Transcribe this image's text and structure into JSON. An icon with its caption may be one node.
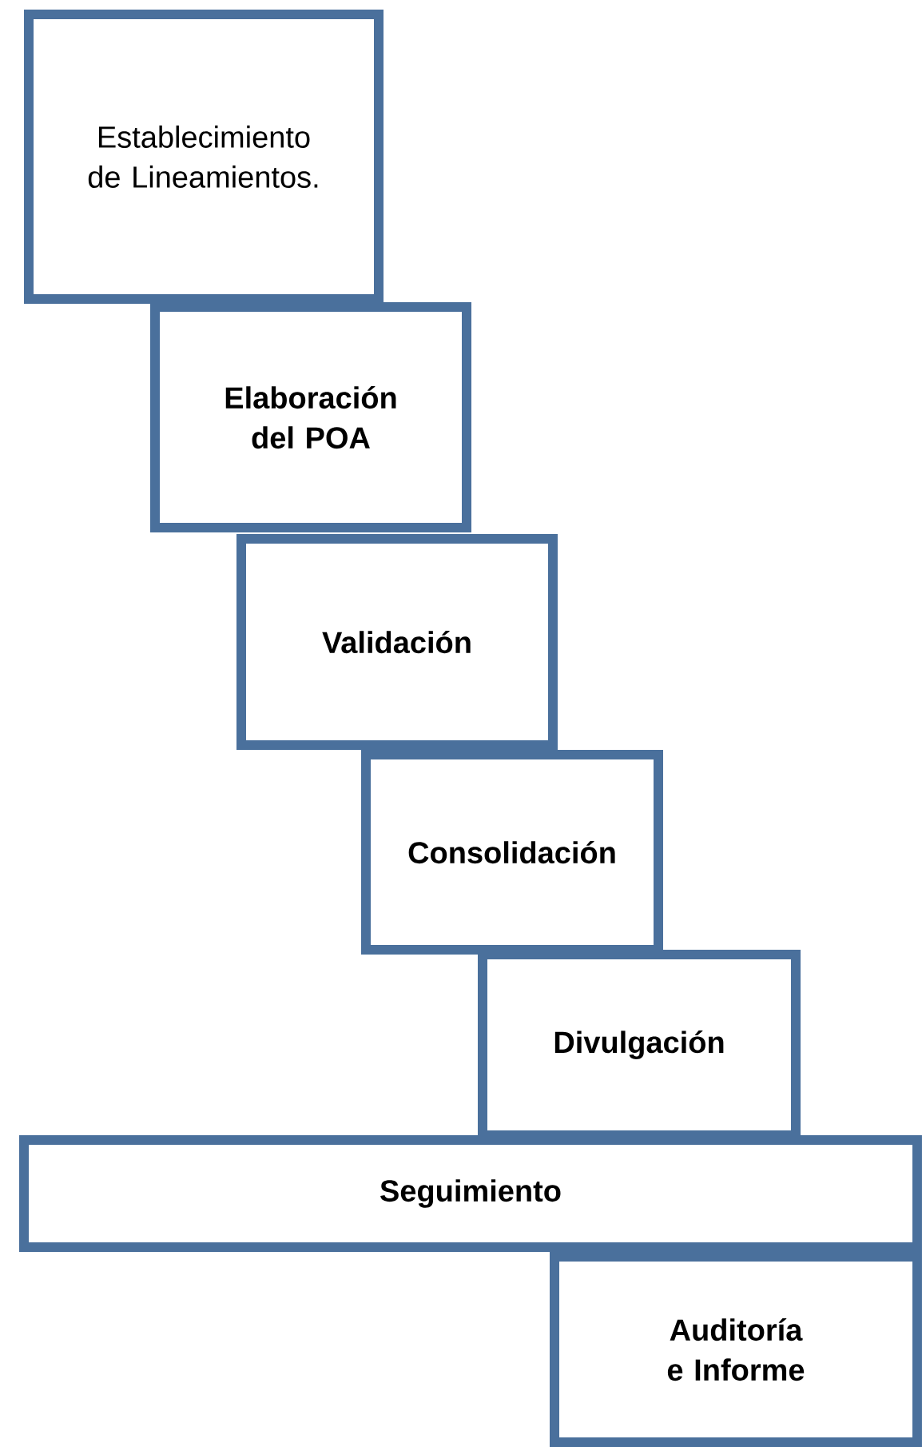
{
  "diagram": {
    "nodes": [
      {
        "text": [
          "Establecimiento de Lineamientos."
        ]
      },
      {
        "text": [
          "Elaboración del POA"
        ]
      },
      {
        "text": [
          "Validación"
        ]
      },
      {
        "text": [
          "Consolidación"
        ]
      },
      {
        "text": [
          "Divulgación"
        ]
      },
      {
        "text": [
          "Seguimiento"
        ]
      },
      {
        "text": [
          "Auditoría e Informe"
        ]
      }
    ]
  }
}
